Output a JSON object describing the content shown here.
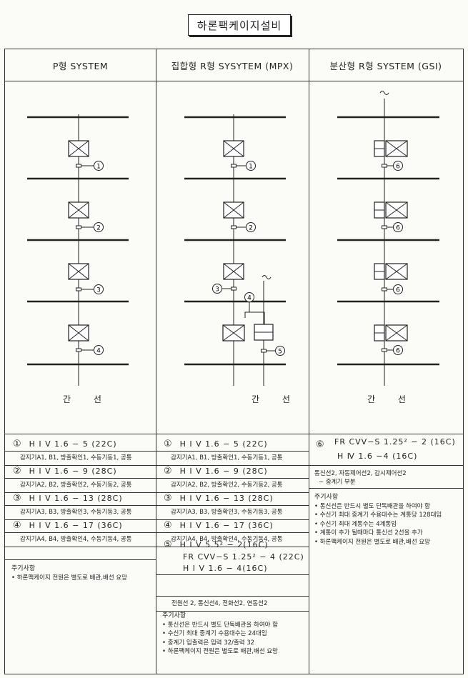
{
  "title": "하론팩케이지설비",
  "columns": [
    {
      "header": "P형 SYSTEM"
    },
    {
      "header": "집합형 R형 SYSYTEM (MPX)"
    },
    {
      "header": "분산형 R형 SYSTEM (GSI)"
    }
  ],
  "trunk_label": "간 선",
  "markers": {
    "p": [
      "①",
      "②",
      "③",
      "④"
    ],
    "mpx": [
      "①",
      "②",
      "③",
      "④",
      "⑤"
    ],
    "gsi": [
      "⑥",
      "⑥",
      "⑥",
      "⑥",
      "⑥"
    ]
  },
  "p_specs": [
    {
      "num": "①",
      "cable": "H I V  1.6 − 5 (22C)",
      "desc": "감지기A1, B1, 방출확인1, 수동기동1, 공통"
    },
    {
      "num": "②",
      "cable": "H I V  1.6 − 9 (28C)",
      "desc": "감지기A2, B2, 방출확인2, 수동기동2, 공통"
    },
    {
      "num": "③",
      "cable": "H I V  1.6 − 13 (28C)",
      "desc": "감지기A3, B3, 방출확인3, 수동기동3, 공통"
    },
    {
      "num": "④",
      "cable": "H I V  1.6 − 17 (36C)",
      "desc": "감지기A4, B4, 방출확인4, 수동기동4, 공통"
    }
  ],
  "p_notes": {
    "heading": "주기사항",
    "items": [
      "• 하론팩케이지 전원은 별도로 배관,배선 요망"
    ]
  },
  "mpx_specs": [
    {
      "num": "①",
      "cable": "H I V  1.6 − 5 (22C)",
      "desc": "감지기A1, B1, 방출확인1, 수동기동1, 공통"
    },
    {
      "num": "②",
      "cable": "H I V  1.6 − 9 (28C)",
      "desc": "감지기A2, B2, 방출확인2, 수동기동2, 공통"
    },
    {
      "num": "③",
      "cable": "H I V  1.6 − 13 (28C)",
      "desc": "감지기A3, B3, 방출확인3, 수동기동3, 공통"
    },
    {
      "num": "④",
      "cable": "H I V  1.6 − 17 (36C)",
      "desc": "감지기A4, B4, 방출확인4, 수동기동4, 공통"
    }
  ],
  "mpx_spec5": {
    "num": "⑤",
    "lines": [
      "H I V  5.5² − 2(16C)",
      "FR CVV−S 1.25² − 4 (22C)",
      "H I V  1.6 − 4(16C)"
    ],
    "desc": "전원선 2, 통신선4, 전화선2, 연동선2"
  },
  "mpx_notes": {
    "heading": "주기사항",
    "items": [
      "• 통신선은 반드시 별도 단독배관을 하여야 함",
      "• 수신기 최대 중계기 수용대수는 24대임",
      "• 중계기 입출력은 입력 32/출력 32",
      "• 하론팩케이지 전원은 별도로 배관,배선 요망"
    ]
  },
  "gsi_spec": {
    "num": "⑥",
    "lines": [
      "FR CVV−S 1.25² − 2 (16C)",
      "H Ⅳ  1.6 −4 (16C)"
    ],
    "desc": [
      "통신선2, 자동제어선2, 감시제어선2",
      "− 중계기 부분"
    ]
  },
  "gsi_notes": {
    "heading": "주기사항",
    "items": [
      "• 통신선은 반드시 별도 단독배관을 하여야 함",
      "• 수신기 최대 중계기 수용대수는 계통당 128대임",
      "• 수신기 최대 계통수는 4계통임",
      "• 계통이 추가 될때마다 통신선 2선을 추가",
      "• 하론팩케이지 전원은 별도로 배관,배선 요망"
    ]
  }
}
